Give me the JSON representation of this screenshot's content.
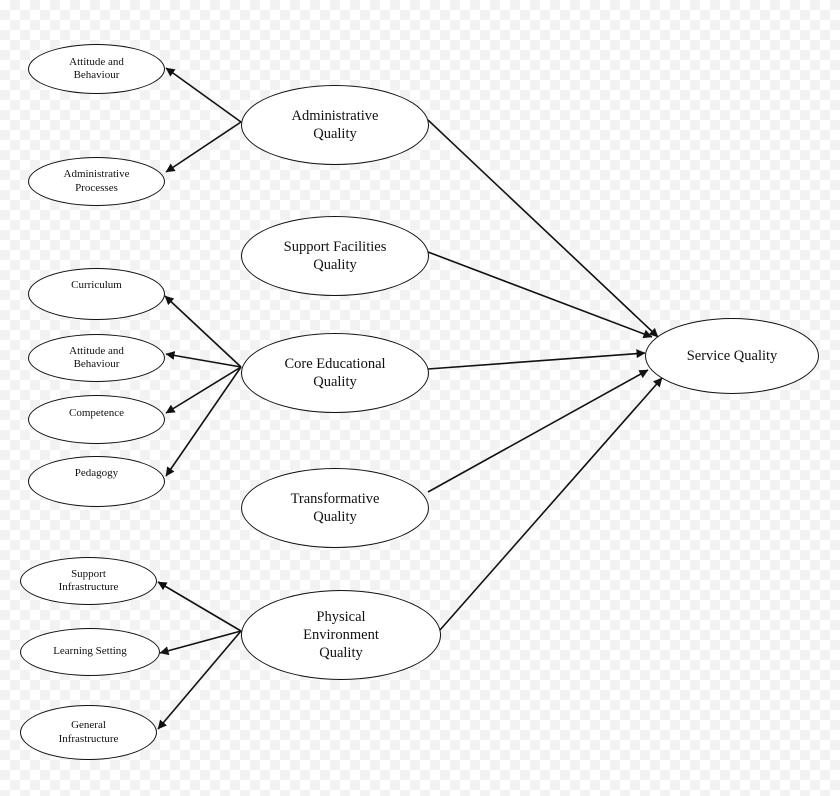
{
  "diagram": {
    "main_nodes": {
      "administrative_quality": "Administrative\nQuality",
      "support_facilities_quality": "Support Facilities\nQuality",
      "core_educational_quality": "Core Educational\nQuality",
      "transformative_quality": "Transformative\nQuality",
      "physical_environment_quality": "Physical\nEnvironment\nQuality",
      "service_quality": "Service Quality"
    },
    "sub_nodes": {
      "attitude_behaviour_admin": "Attitude and\nBehaviour",
      "administrative_processes": "Administrative\nProcesses",
      "curriculum": "Curriculum",
      "attitude_behaviour_core": "Attitude and\nBehaviour",
      "competence": "Competence",
      "pedagogy": "Pedagogy",
      "support_infrastructure": "Support\nInfrastructure",
      "learning_setting": "Learning Setting",
      "general_infrastructure": "General\nInfrastructure"
    }
  },
  "colors": {
    "stroke": "#111111",
    "node_fill": "#ffffff"
  }
}
